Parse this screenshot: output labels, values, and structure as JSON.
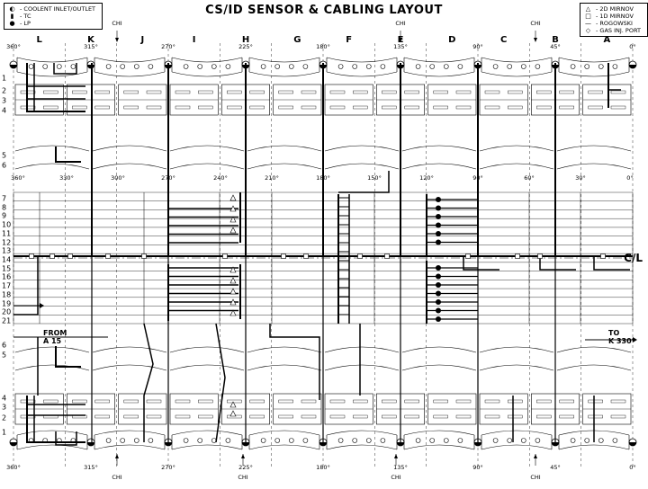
{
  "title": "CS/ID SENSOR & CABLING LAYOUT",
  "legend_left": [
    {
      "icon": "circle-half-icon",
      "label": "- COOLENT INLET/OUTLET"
    },
    {
      "icon": "bar-icon",
      "label": "- TC"
    },
    {
      "icon": "dot-icon",
      "label": "- LP"
    }
  ],
  "legend_right": [
    {
      "icon": "triangle-icon",
      "label": "- 2D MIRNOV"
    },
    {
      "icon": "square-icon",
      "label": "- 1D MIRNOV"
    },
    {
      "icon": "line-icon",
      "label": "- ROGOWSKI"
    },
    {
      "icon": "diamond-icon",
      "label": "- GAS INJ. PORT"
    }
  ],
  "columns": [
    "L",
    "K",
    "J",
    "I",
    "H",
    "G",
    "F",
    "E",
    "D",
    "C",
    "B",
    "A"
  ],
  "top_degrees": [
    "360°",
    "315°",
    "270°",
    "225°",
    "180°",
    "135°",
    "90°",
    "45°",
    "0°"
  ],
  "mid_degrees": [
    "360°",
    "330°",
    "300°",
    "270°",
    "240°",
    "210°",
    "180°",
    "150°",
    "120°",
    "90°",
    "60°",
    "30°",
    "0°"
  ],
  "bottom_degrees": [
    "360°",
    "315°",
    "270°",
    "225°",
    "180°",
    "135°",
    "90°",
    "45°",
    "0°"
  ],
  "chi_label": "CHI",
  "rows_top": [
    "1",
    "2",
    "3",
    "4"
  ],
  "rows_upper": [
    "5",
    "6"
  ],
  "rows_main": [
    "7",
    "8",
    "9",
    "10",
    "11",
    "12",
    "13",
    "14",
    "15",
    "16",
    "17",
    "18",
    "19",
    "20",
    "21"
  ],
  "rows_lower": [
    "6",
    "5"
  ],
  "rows_bottom": [
    "4",
    "3",
    "2",
    "1"
  ],
  "note_from": "FROM\nA 15",
  "note_to": "TO\nK 330°",
  "centerline": "C/L"
}
